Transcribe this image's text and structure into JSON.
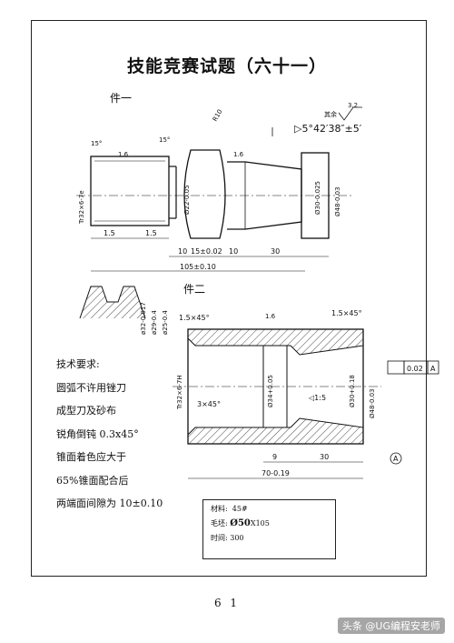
{
  "title": "技能竞赛试题（六十一）",
  "part1": {
    "label": "件一",
    "thread": "Tr32×6-7e",
    "dims": {
      "d1": "15°",
      "d2": "15°",
      "roughness": "1.6",
      "radius": "R10",
      "taper": "▷5°42′38″±5′",
      "rest": "其余",
      "rest_ra": "3.2",
      "dia22": "Ø22-0.05",
      "dia30": "Ø30-0.025",
      "dia48": "Ø48-0.03",
      "l1": "1.5",
      "l2": "1.5",
      "l3": "10",
      "l4": "15±0.02",
      "l5": "10",
      "l6": "30",
      "total": "105±0.10"
    }
  },
  "part2": {
    "label": "件二",
    "thread": "Tr32×6-7H",
    "dims": {
      "c1": "1.5×45°",
      "c2": "1.5×45°",
      "c3": "3×45°",
      "roughness": "1.6",
      "dia34": "Ø34+0.05",
      "dia30": "Ø30+0.18",
      "dia48": "Ø48-0.03",
      "taper": "◁1:5",
      "tol": "0.02",
      "datum": "A",
      "l1": "9",
      "l2": "30",
      "total": "70-0.19"
    }
  },
  "profile": {
    "d1": "ø32-0.017",
    "d2": "ø29-0.4",
    "d3": "ø25-0.4"
  },
  "requirements": {
    "heading": "技术要求:",
    "lines": [
      "圆弧不许用锉刀",
      "成型刀及砂布",
      "锐角倒钝 0.3x45°",
      "锥面着色应大于",
      "65%锥面配合后",
      "两端面间隙为 10±0.10"
    ]
  },
  "material": {
    "material_label": "材料:",
    "material_value": "45#",
    "blank_label": "毛坯:",
    "blank_value": "Ø50",
    "blank_suffix": "X105",
    "time_label": "时间:",
    "time_value": "300"
  },
  "page_number": "6 1",
  "watermark": "头条 @UG编程安老师"
}
